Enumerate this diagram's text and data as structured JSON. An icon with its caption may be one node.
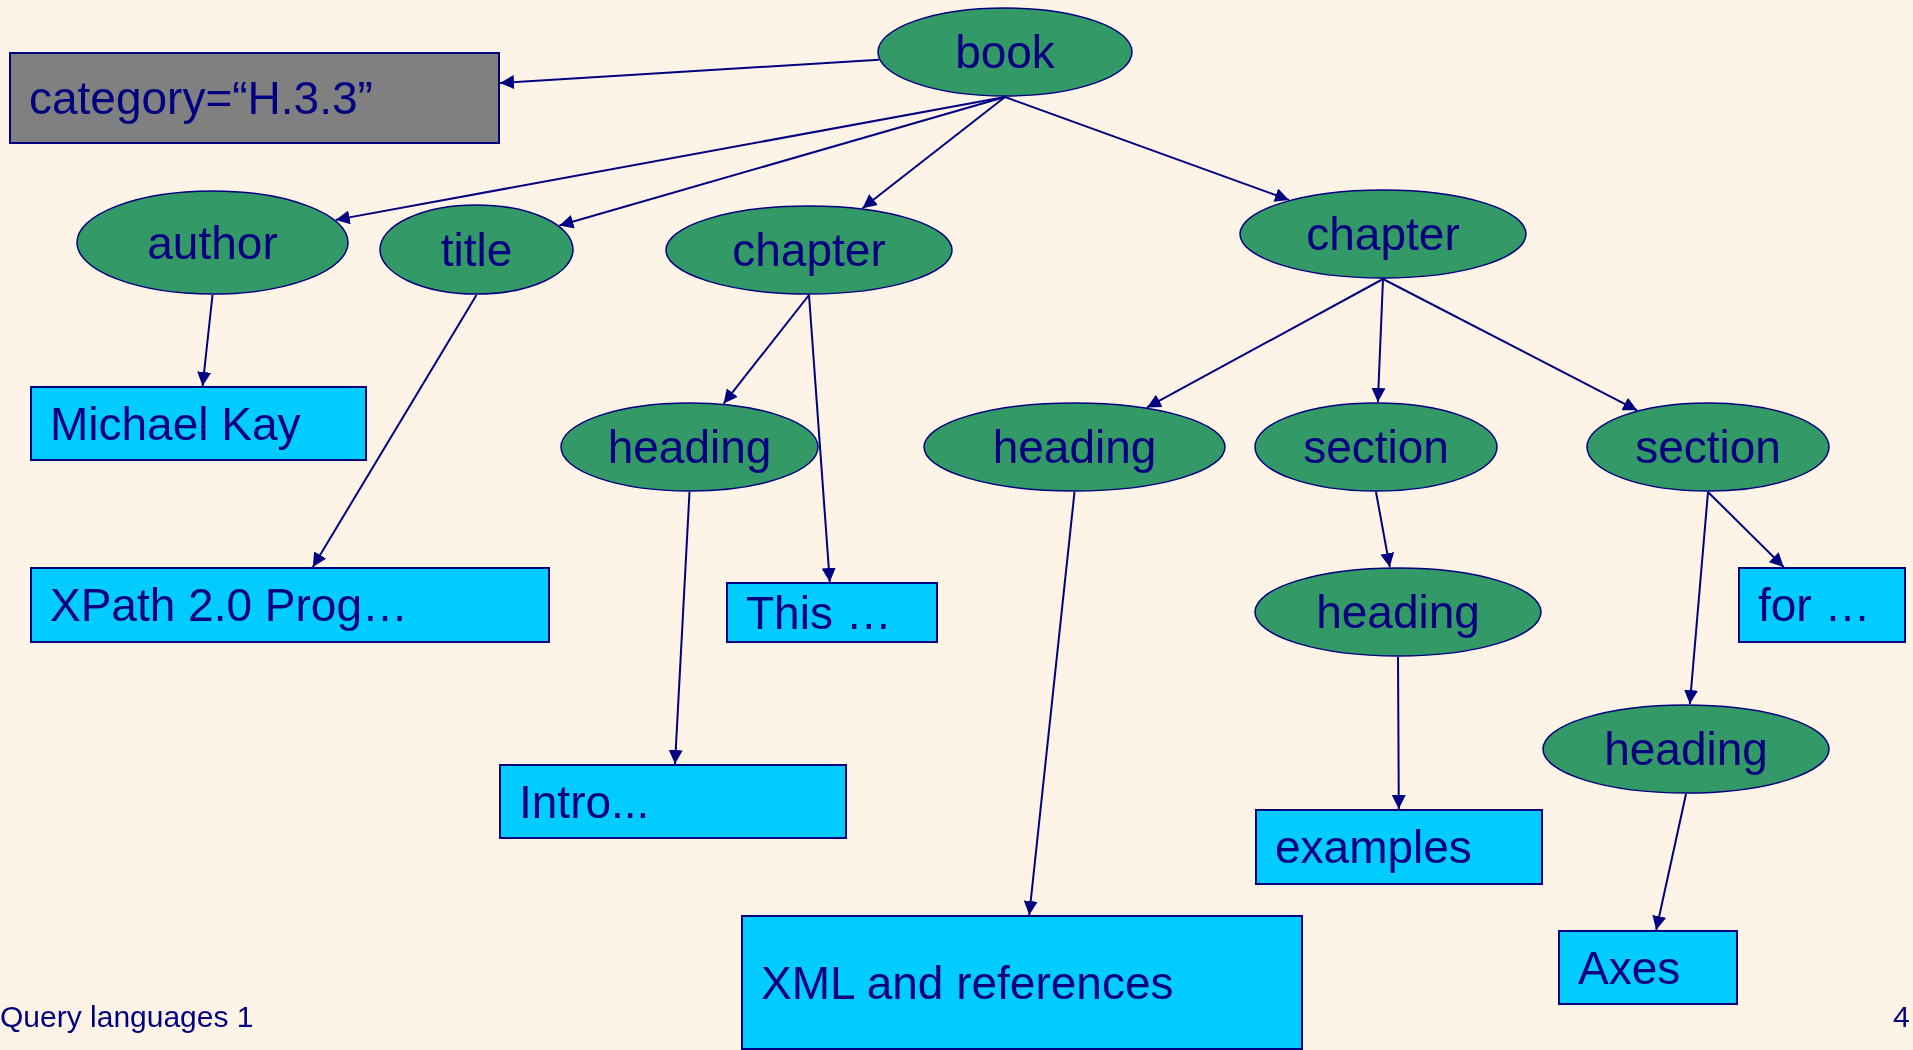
{
  "diagram": {
    "nodes": [
      {
        "text": [
          "book"
        ]
      },
      {
        "text": [
          "category=“H.3.3”"
        ]
      },
      {
        "text": [
          "author"
        ]
      },
      {
        "text": [
          "title"
        ]
      },
      {
        "text": [
          "chapter"
        ]
      },
      {
        "text": [
          "chapter"
        ]
      },
      {
        "text": [
          "Michael Kay"
        ]
      },
      {
        "text": [
          "XPath 2.0 Prog…"
        ]
      },
      {
        "text": [
          "heading"
        ]
      },
      {
        "text": [
          "This …"
        ]
      },
      {
        "text": [
          "heading"
        ]
      },
      {
        "text": [
          "section"
        ]
      },
      {
        "text": [
          "section"
        ]
      },
      {
        "text": [
          "heading"
        ]
      },
      {
        "text": [
          "for …"
        ]
      },
      {
        "text": [
          "heading"
        ]
      },
      {
        "text": [
          "Intro..."
        ]
      },
      {
        "text": [
          "examples"
        ]
      },
      {
        "text": [
          "XML and references"
        ]
      },
      {
        "text": [
          "Axes"
        ]
      }
    ],
    "edges": [
      {
        "from": 0,
        "to": 1,
        "arrow": "to"
      },
      {
        "from": 0,
        "to": 2,
        "arrow": "to"
      },
      {
        "from": 0,
        "to": 3,
        "arrow": "to"
      },
      {
        "from": 0,
        "to": 4,
        "arrow": "to"
      },
      {
        "from": 0,
        "to": 5,
        "arrow": "to"
      },
      {
        "from": 2,
        "to": 6,
        "arrow": "to"
      },
      {
        "from": 3,
        "to": 7,
        "arrow": "to"
      },
      {
        "from": 4,
        "to": 8,
        "arrow": "to"
      },
      {
        "from": 4,
        "to": 9,
        "arrow": "to"
      },
      {
        "from": 8,
        "to": 16,
        "arrow": "to"
      },
      {
        "from": 5,
        "to": 10,
        "arrow": "to"
      },
      {
        "from": 5,
        "to": 11,
        "arrow": "to"
      },
      {
        "from": 5,
        "to": 12,
        "arrow": "to"
      },
      {
        "from": 10,
        "to": 18,
        "arrow": "to"
      },
      {
        "from": 11,
        "to": 13,
        "arrow": "to"
      },
      {
        "from": 13,
        "to": 17,
        "arrow": "to"
      },
      {
        "from": 12,
        "to": 14,
        "arrow": "to"
      },
      {
        "from": 12,
        "to": 15,
        "arrow": "to"
      },
      {
        "from": 15,
        "to": 19,
        "arrow": "to"
      }
    ],
    "labels": [
      "Query languages 1",
      "4"
    ]
  }
}
